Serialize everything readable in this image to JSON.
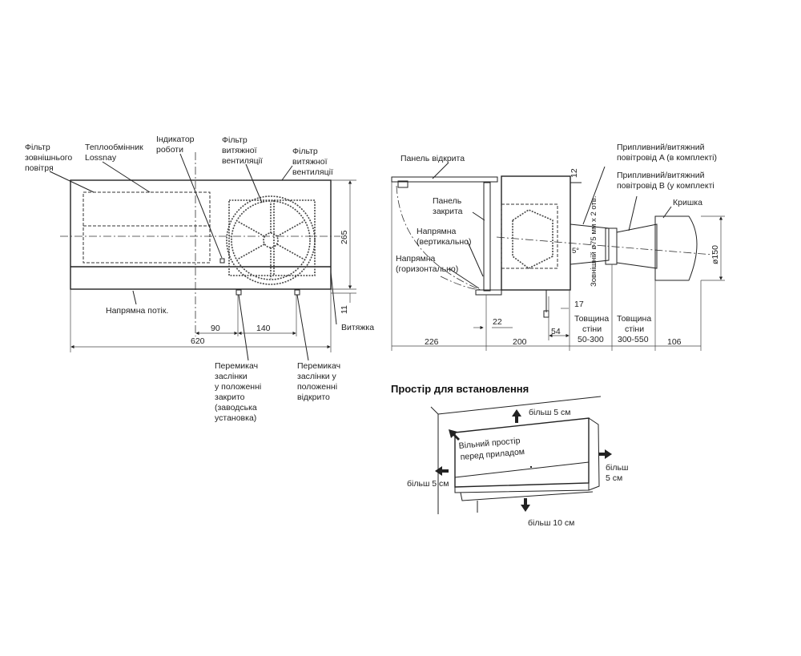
{
  "front_view": {
    "labels": {
      "outdoor_filter": [
        "Фільтр",
        "зовнішнього",
        "повітря"
      ],
      "heat_exchanger": [
        "Теплообмінник",
        "Lossnay"
      ],
      "operation_indicator": [
        "Індикатор",
        "роботи"
      ],
      "exhaust_filter_1": [
        "Фільтр",
        "витяжної",
        "вентиляції"
      ],
      "exhaust_filter_2": [
        "Фільтр",
        "витяжної",
        "вентиляції"
      ],
      "flow_guide": "Напрямна потік.",
      "exhaust": "Витяжка",
      "damper_closed": [
        "Перемикач",
        "заслінки",
        "у положенні",
        "закрито",
        "(заводська",
        "установка)"
      ],
      "damper_open": [
        "Перемикач",
        "заслінки у",
        "положенні",
        "відкрито"
      ]
    },
    "dimensions": {
      "width": "620",
      "height": "265",
      "offset_90": "90",
      "offset_140": "140",
      "gap_11": "11"
    }
  },
  "side_view": {
    "labels": {
      "panel_open": "Панель відкрита",
      "panel_closed": [
        "Панель",
        "закрита"
      ],
      "guide_vertical": [
        "Напрямна",
        "(вертикально)"
      ],
      "guide_horizontal": [
        "Напрямна",
        "(горизонтально)"
      ],
      "duct_a": [
        "Припливний/витяжний",
        "повітровід A (в комплекті)"
      ],
      "duct_b": [
        "Припливний/витяжний",
        "повітровід B (у комплекті"
      ],
      "cover": "Кришка",
      "outer_hole": "Зовнішній ø75 мм x 2 отв.",
      "angle": "5°",
      "wall_thin": [
        "Товщина",
        "стіни",
        "50-300"
      ],
      "wall_thick": [
        "Товщина",
        "стіни",
        "300-550"
      ]
    },
    "dimensions": {
      "d226": "226",
      "d200": "200",
      "d54": "54",
      "d22": "22",
      "d17": "17",
      "d12": "12",
      "d106": "106",
      "diameter": "ø150"
    }
  },
  "installation_space": {
    "title": "Простір для встановлення",
    "top": "більш 5 см",
    "front": [
      "Вільний простір",
      "перед приладом"
    ],
    "left": "більш 5 см",
    "right": [
      "більш",
      "5 см"
    ],
    "bottom": "більш 10 см"
  }
}
